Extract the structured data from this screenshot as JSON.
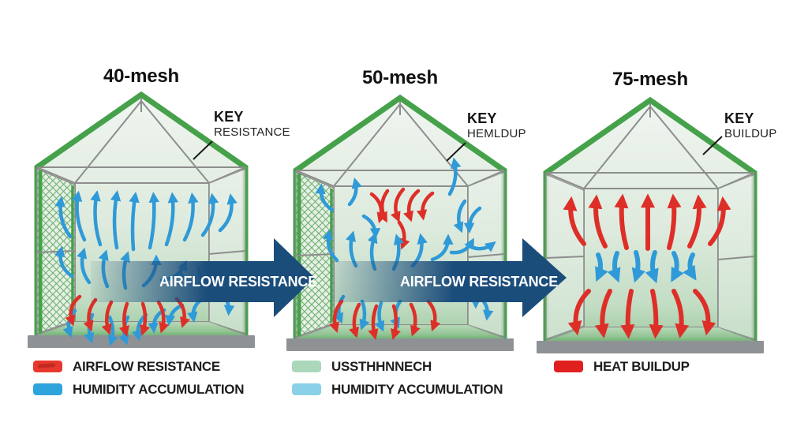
{
  "houses": [
    {
      "title": "40-mesh",
      "key_title": "KEY",
      "key_label": "RESISTANCE",
      "mesh_wall": true,
      "stroke": 4.5,
      "arrows": [
        [
          58,
          188,
          -14,
          48,
          "b",
          -10
        ],
        [
          76,
          192,
          -8,
          58,
          "b",
          -9
        ],
        [
          96,
          198,
          -4,
          64,
          "b",
          -8
        ],
        [
          117,
          202,
          0,
          68,
          "b",
          -6
        ],
        [
          138,
          204,
          2,
          68,
          "b",
          -4
        ],
        [
          159,
          202,
          4,
          66,
          "b",
          5
        ],
        [
          180,
          198,
          7,
          62,
          "b",
          7
        ],
        [
          203,
          192,
          10,
          56,
          "b",
          9
        ],
        [
          226,
          186,
          14,
          50,
          "b",
          11
        ],
        [
          248,
          180,
          18,
          44,
          "b",
          12
        ],
        [
          60,
          238,
          -22,
          36,
          "b",
          -12
        ],
        [
          82,
          246,
          -10,
          40,
          "b",
          -10
        ],
        [
          105,
          251,
          -3,
          42,
          "b",
          -8
        ],
        [
          128,
          253,
          3,
          42,
          "b",
          -6
        ],
        [
          151,
          250,
          25,
          38,
          "b",
          9
        ],
        [
          174,
          243,
          55,
          36,
          "b",
          11
        ],
        [
          198,
          235,
          115,
          34,
          "b",
          10
        ],
        [
          221,
          228,
          148,
          32,
          "b",
          9
        ],
        [
          243,
          221,
          168,
          30,
          "b",
          7
        ],
        [
          64,
          282,
          192,
          30,
          "b",
          9
        ],
        [
          86,
          287,
          183,
          32,
          "b",
          6
        ],
        [
          108,
          290,
          177,
          32,
          "b",
          -6
        ],
        [
          131,
          290,
          184,
          31,
          "b",
          7
        ],
        [
          154,
          287,
          198,
          30,
          "b",
          9
        ],
        [
          177,
          281,
          208,
          28,
          "b",
          9
        ],
        [
          200,
          275,
          218,
          27,
          "b",
          8
        ],
        [
          224,
          268,
          202,
          26,
          "b",
          8
        ],
        [
          70,
          264,
          196,
          34,
          "r",
          12
        ],
        [
          90,
          268,
          190,
          36,
          "r",
          10
        ],
        [
          110,
          271,
          185,
          37,
          "r",
          8
        ],
        [
          130,
          273,
          182,
          37,
          "r",
          6
        ],
        [
          150,
          273,
          180,
          36,
          "r",
          -6
        ],
        [
          170,
          271,
          173,
          35,
          "r",
          -8
        ],
        [
          193,
          267,
          166,
          33,
          "r",
          -10
        ],
        [
          243,
          258,
          148,
          30,
          "b",
          -11
        ],
        [
          254,
          232,
          162,
          26,
          "b",
          -8
        ]
      ]
    },
    {
      "title": "50-mesh",
      "key_title": "KEY",
      "key_label": "HEMLDUP",
      "mesh_wall": true,
      "stroke": 4.5,
      "arrows": [
        [
          112,
          130,
          162,
          34,
          "r",
          -12
        ],
        [
          132,
          126,
          184,
          36,
          "r",
          11
        ],
        [
          152,
          124,
          190,
          38,
          "r",
          12
        ],
        [
          171,
          126,
          196,
          36,
          "r",
          12
        ],
        [
          189,
          129,
          202,
          32,
          "r",
          10
        ],
        [
          147,
          166,
          172,
          30,
          "r",
          -8
        ],
        [
          62,
          150,
          -26,
          32,
          "b",
          -10
        ],
        [
          84,
          143,
          14,
          30,
          "b",
          8
        ],
        [
          102,
          158,
          148,
          28,
          "b",
          -8
        ],
        [
          211,
          130,
          8,
          42,
          "b",
          8
        ],
        [
          230,
          139,
          188,
          36,
          "b",
          10
        ],
        [
          249,
          148,
          206,
          30,
          "b",
          8
        ],
        [
          68,
          214,
          -16,
          36,
          "b",
          -10
        ],
        [
          92,
          221,
          -6,
          40,
          "b",
          -8
        ],
        [
          116,
          225,
          0,
          42,
          "b",
          -8
        ],
        [
          140,
          225,
          6,
          40,
          "b",
          8
        ],
        [
          164,
          221,
          16,
          38,
          "b",
          10
        ],
        [
          189,
          213,
          36,
          34,
          "b",
          12
        ],
        [
          213,
          204,
          62,
          30,
          "b",
          10
        ],
        [
          238,
          197,
          82,
          28,
          "b",
          8
        ],
        [
          76,
          260,
          186,
          30,
          "b",
          8
        ],
        [
          100,
          266,
          180,
          32,
          "b",
          -6
        ],
        [
          124,
          268,
          178,
          32,
          "b",
          6
        ],
        [
          148,
          266,
          186,
          30,
          "b",
          8
        ],
        [
          74,
          266,
          191,
          36,
          "r",
          10
        ],
        [
          96,
          270,
          186,
          38,
          "r",
          8
        ],
        [
          118,
          272,
          183,
          38,
          "r",
          6
        ],
        [
          140,
          272,
          180,
          38,
          "r",
          -6
        ],
        [
          162,
          270,
          176,
          36,
          "r",
          -8
        ],
        [
          184,
          266,
          170,
          34,
          "r",
          -10
        ],
        [
          226,
          244,
          146,
          32,
          "b",
          -11
        ],
        [
          247,
          260,
          156,
          28,
          "b",
          -9
        ]
      ]
    },
    {
      "title": "75-mesh",
      "key_title": "KEY",
      "key_label": "BUILDUP",
      "mesh_wall": false,
      "stroke": 6,
      "arrows": [
        [
          64,
          190,
          -17,
          56,
          "r",
          -12
        ],
        [
          91,
          193,
          -11,
          60,
          "r",
          -9
        ],
        [
          118,
          195,
          -5,
          62,
          "r",
          -6
        ],
        [
          145,
          196,
          0,
          63,
          "r",
          0
        ],
        [
          172,
          195,
          5,
          62,
          "r",
          6
        ],
        [
          198,
          193,
          11,
          60,
          "r",
          9
        ],
        [
          224,
          190,
          17,
          56,
          "r",
          12
        ],
        [
          82,
          204,
          180,
          28,
          "b",
          -6
        ],
        [
          106,
          202,
          180,
          31,
          "b",
          6
        ],
        [
          130,
          201,
          180,
          32,
          "b",
          -5
        ],
        [
          154,
          201,
          180,
          33,
          "b",
          6
        ],
        [
          178,
          202,
          181,
          31,
          "b",
          -8
        ],
        [
          202,
          204,
          178,
          27,
          "b",
          8
        ],
        [
          70,
          250,
          197,
          52,
          "r",
          14
        ],
        [
          97,
          250,
          189,
          54,
          "r",
          9
        ],
        [
          124,
          250,
          184,
          54,
          "r",
          4
        ],
        [
          151,
          250,
          176,
          54,
          "r",
          -4
        ],
        [
          178,
          250,
          171,
          54,
          "r",
          -9
        ],
        [
          205,
          250,
          163,
          52,
          "r",
          -14
        ]
      ]
    }
  ],
  "flow_arrows": [
    {
      "label": "AIRFLOW RESISTANCE"
    },
    {
      "label": "AIRFLOW RESISTANCE"
    }
  ],
  "legend": {
    "columns": [
      {
        "items": [
          {
            "color": "#e8382e",
            "label": "AIRFLOW RESISTANCE"
          },
          {
            "color": "#2fa3db",
            "label": "HUMIDITY ACCUMULATION"
          }
        ]
      },
      {
        "items": [
          {
            "color": "#abd8bb",
            "label": "USSTHHNNECH"
          },
          {
            "color": "#8ad1e8",
            "label": "HUMIDITY ACCUMULATION"
          }
        ]
      },
      {
        "items": [
          {
            "color": "#e0201f",
            "label": "HEAT BUILDUP"
          }
        ]
      }
    ]
  },
  "colors": {
    "frame_green": "#46a14b",
    "arrow_blue": "#2f9ad7",
    "arrow_red": "#dd2f28",
    "flow_navy": "#1b4d7b",
    "base_gray": "#8f9295",
    "frame_gray": "#8d8d8d"
  }
}
